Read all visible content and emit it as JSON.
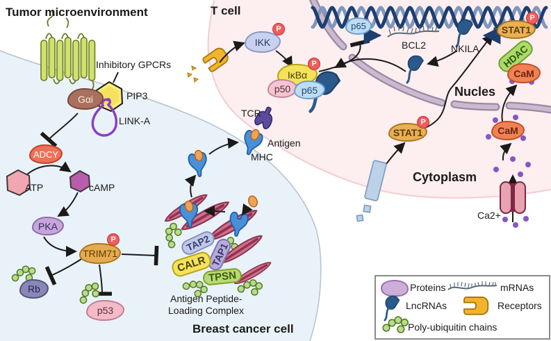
{
  "titles": {
    "tumor_env": "Tumor microenvironment",
    "t_cell": "T cell",
    "nucleus": "Nucles",
    "cytoplasm": "Cytoplasm",
    "breast_cancer": "Breast cancer cell"
  },
  "molecules": {
    "gpcrs": "Inhibitory GPCRs",
    "gai": "Gαi",
    "pip3": "PIP3",
    "linka": "LINK-A",
    "adcy": "ADCY",
    "atp": "ATP",
    "camp": "cAMP",
    "pka": "PKA",
    "trim71": "TRIM71",
    "rb": "Rb",
    "p53": "p53",
    "tap2": "TAP2",
    "tap1": "TAP1",
    "calr": "CALR",
    "tpsn": "TPSN",
    "tcr": "TCR",
    "antigen": "Antigen",
    "mhc": "MHC",
    "ikk": "IKK",
    "ikba": "IκBα",
    "p50": "p50",
    "p65": "p65",
    "bcl2": "BCL2",
    "nkila": "NKILA",
    "stat1": "STAT1",
    "hdac": "HDAC",
    "cam": "CaM",
    "ca2": "Ca2+"
  },
  "aplc": {
    "line1": "Antigen Peptide-",
    "line2": "Loading Complex"
  },
  "badges": {
    "phospho": "P"
  },
  "legend": {
    "proteins": "Proteins",
    "mrnas": "mRNAs",
    "lncrnas": "LncRNAs",
    "receptors": "Receptors",
    "polyub": "Poly-ubiquitin chains"
  },
  "colors": {
    "cancer_cell_fill": "#eaf2f9",
    "cancer_cell_border": "#b8c4d0",
    "t_cell_fill": "#fdeef0",
    "t_cell_border": "#f2cdd4",
    "nuclear_envelope": "#9a88a2",
    "dna_dark": "#1d3f72",
    "dna_light": "#7e98bd",
    "lncrna": "#2a5a8c",
    "phospho_badge": "#f25c5c",
    "er_membrane": "#d2708a",
    "mhc_blue": "#4a90d8",
    "tcr_purple": "#5b4a9e",
    "antigen_orange": "#f0a355",
    "receptor_orange": "#f2b42e",
    "calcium_purple": "#8456c8",
    "polyub_green": "#b9dc8c"
  }
}
